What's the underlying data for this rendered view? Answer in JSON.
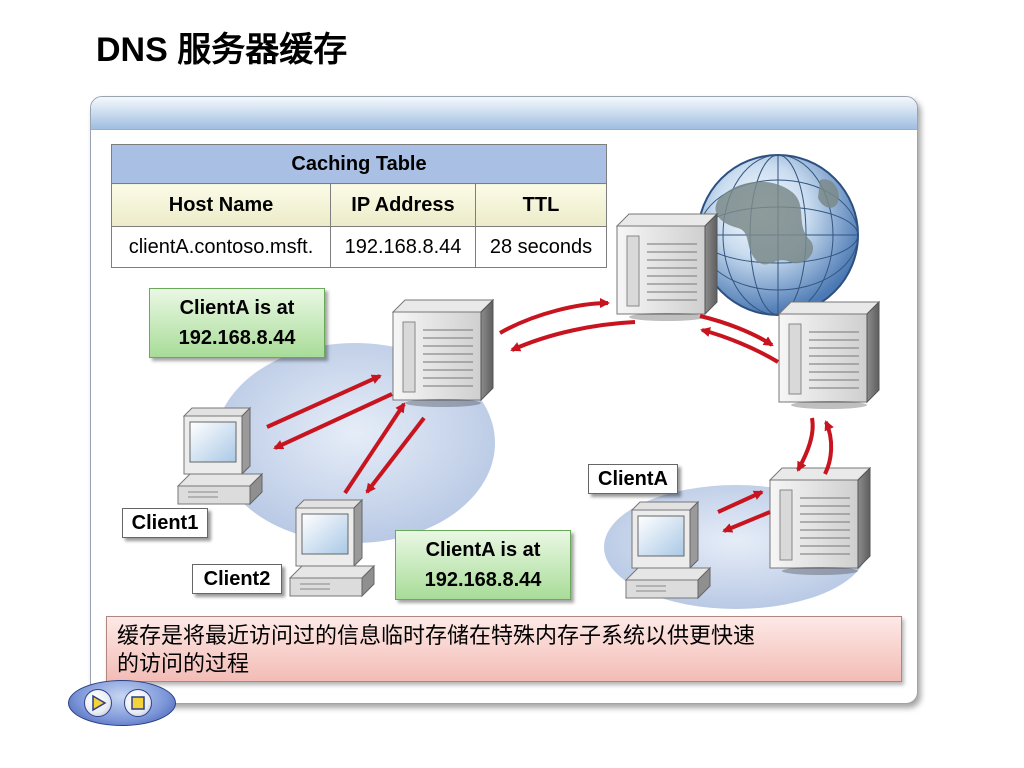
{
  "title": "DNS 服务器缓存",
  "caching_table": {
    "caption": "Caching Table",
    "headers": [
      "Host Name",
      "IP Address",
      "TTL"
    ],
    "row": [
      "clientA.contoso.msft.",
      "192.168.8.44",
      "28 seconds"
    ]
  },
  "callout_top": {
    "line1": "ClientA is at",
    "line2": "192.168.8.44"
  },
  "callout_bottom": {
    "line1": "ClientA is at",
    "line2": "192.168.8.44"
  },
  "labels": {
    "client1": "Client1",
    "client2": "Client2",
    "clienta": "ClientA"
  },
  "caption": {
    "line1": "缓存是将最近访问过的信息临时存储在特殊内存子系统以供更快速",
    "line2": "的访问的过程"
  },
  "colors": {
    "arrow": "#c8141e",
    "table_caption_bg": "#a9c0e4",
    "callout_bg": "#a8dc98",
    "caption_bg": "#f3bcb6"
  },
  "icons": [
    "globe-icon",
    "server-icon",
    "computer-icon",
    "play-icon",
    "stop-icon"
  ]
}
